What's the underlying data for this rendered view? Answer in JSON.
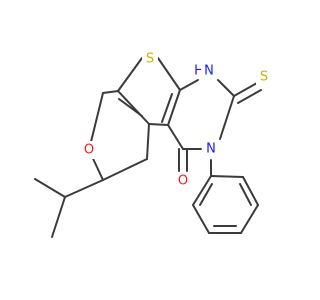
{
  "molecule": {
    "atoms": {
      "S_thiophene": "S",
      "N1_H": "H",
      "N1": "N",
      "S_thione": "S",
      "N3": "N",
      "O_carbonyl": "O",
      "O_ring": "O"
    },
    "colors": {
      "bond": "#3b3b3b",
      "sulfur": "#c8b400",
      "nitrogen": "#1a1aff",
      "oxygen": "#ff1a1a"
    }
  }
}
